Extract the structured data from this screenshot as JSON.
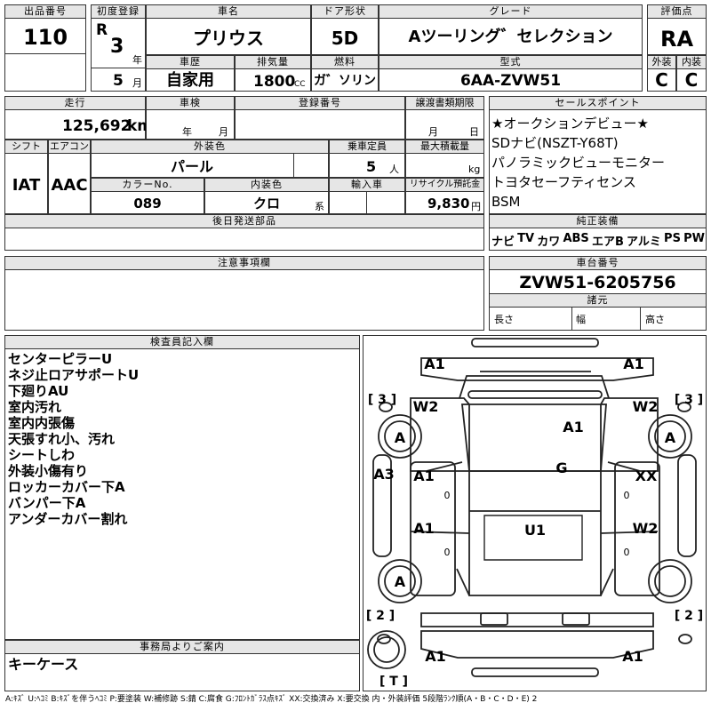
{
  "header": {
    "lot_label": "出品番号",
    "lot": "110",
    "reg_label": "初度登録",
    "era": "R",
    "reg_year": "3",
    "year_unit": "年",
    "reg_month": "5",
    "month_unit": "月",
    "name_label": "車名",
    "name": "プリウス",
    "door_label": "ドア形状",
    "door": "5D",
    "grade_label": "グレード",
    "grade": "Aツーリング゛セレクション",
    "score_label": "評価点",
    "score": "RA",
    "history_label": "車歴",
    "history": "自家用",
    "disp_label": "排気量",
    "disp": "1800",
    "disp_unit": "CC",
    "fuel_label": "燃料",
    "fuel": "ガ゛ソリン",
    "model_label": "型式",
    "model": "6AA-ZVW51",
    "ext_label": "外装",
    "ext": "C",
    "int_label": "内装",
    "int": "C"
  },
  "row2": {
    "mileage_label": "走行",
    "mileage": "125,692",
    "mileage_unit": "km",
    "inspect_label": "車検",
    "inspect_year": "年",
    "inspect_month": "月",
    "plate_label": "登録番号",
    "transfer_label": "譲渡書類期限",
    "transfer_month": "月",
    "transfer_day": "日",
    "shift_label": "シフト",
    "shift": "IAT",
    "ac_label": "エアコン",
    "ac": "AAC",
    "color_label": "外装色",
    "color": "パール",
    "capacity_label": "乗車定員",
    "capacity": "5",
    "capacity_unit": "人",
    "load_label": "最大積載量",
    "load_unit": "kg",
    "colorno_label": "カラーNo.",
    "colorno": "089",
    "intcolor_label": "内装色",
    "intcolor": "クロ",
    "intcolor_unit": "系",
    "import_label": "輸入車",
    "recycle_label": "リサイクル預託金",
    "recycle": "9,830",
    "recycle_unit": "円",
    "later_label": "後日発送部品"
  },
  "sales": {
    "label": "セールスポイント",
    "items": [
      "★オークションデビュー★",
      "SDナビ(NSZT-Y68T)",
      "パノラミックビューモニター",
      "トヨタセーフティセンス",
      "BSM"
    ]
  },
  "equip": {
    "label": "純正装備",
    "items": [
      "ナビ",
      "TV",
      "カワ",
      "ABS",
      "エアB",
      "アルミ",
      "PS",
      "PW"
    ]
  },
  "notes_label": "注意事項欄",
  "chassis": {
    "label": "車台番号",
    "value": "ZVW51-6205756",
    "dims_label": "諸元",
    "length": "長さ",
    "width": "幅",
    "height": "高さ"
  },
  "inspector": {
    "label": "検査員記入欄",
    "items": [
      "センターピラーU",
      "ネジ止ロアサポートU",
      "下廻りAU",
      "室内汚れ",
      "室内内張傷",
      "天張すれ小、汚れ",
      "シートしわ",
      "外装小傷有り",
      "ロッカーカバー下A",
      "バンパー下A",
      "アンダーカバー割れ"
    ]
  },
  "office": {
    "label": "事務局よりご案内",
    "text": "キーケース"
  },
  "diagram": {
    "marks": [
      "A1",
      "A1",
      "W2",
      "W2",
      "A",
      "A",
      "A1",
      "G",
      "A3",
      "A1",
      "XX",
      "A1",
      "U1",
      "W2",
      "A",
      "A1",
      "A1"
    ],
    "zeros": [
      "0",
      "0",
      "0",
      "0"
    ],
    "tires": [
      "[ 3 ]",
      "[ 3 ]",
      "[ 2 ]",
      "[ 2 ]",
      "[ T ]"
    ]
  },
  "legend": "A:ｷｽﾞ U:ﾍｺﾐ B:ｷｽﾞを伴うﾍｺﾐ P:要塗装 W:補修跡 S:錆 C:腐食 G:ﾌﾛﾝﾄｶﾞﾗｽ点ｷｽﾞ XX:交換済み X:要交換 内・外装評価 5段階ﾗﾝｸ順(A・B・C・D・E) 2"
}
